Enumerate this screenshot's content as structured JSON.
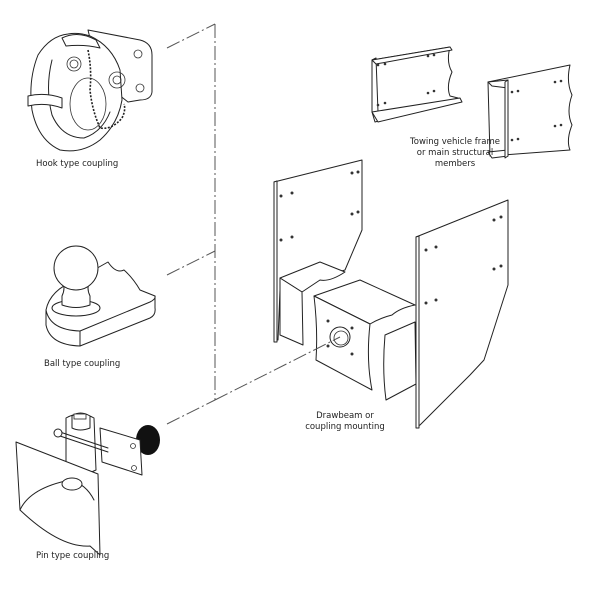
{
  "diagram": {
    "labels": {
      "hook": "Hook type coupling",
      "ball": "Ball type coupling",
      "pin": "Pin type coupling",
      "frame_line1": "Towing vehicle frame",
      "frame_line2": "or main structural",
      "frame_line3": "members",
      "drawbeam_line1": "Drawbeam or",
      "drawbeam_line2": "coupling mounting"
    },
    "components": [
      {
        "id": "hook-coupling",
        "type": "coupling",
        "name": "Hook type coupling"
      },
      {
        "id": "ball-coupling",
        "type": "coupling",
        "name": "Ball type coupling"
      },
      {
        "id": "pin-coupling",
        "type": "coupling",
        "name": "Pin type coupling"
      },
      {
        "id": "vehicle-frame",
        "type": "structure",
        "name": "Towing vehicle frame or main structural members"
      },
      {
        "id": "drawbeam",
        "type": "structure",
        "name": "Drawbeam or coupling mounting"
      }
    ],
    "connections": [
      {
        "from": "hook-coupling",
        "to": "drawbeam",
        "style": "dash-dot"
      },
      {
        "from": "ball-coupling",
        "to": "drawbeam",
        "style": "dash-dot"
      },
      {
        "from": "pin-coupling",
        "to": "drawbeam",
        "style": "dash-dot"
      }
    ]
  }
}
